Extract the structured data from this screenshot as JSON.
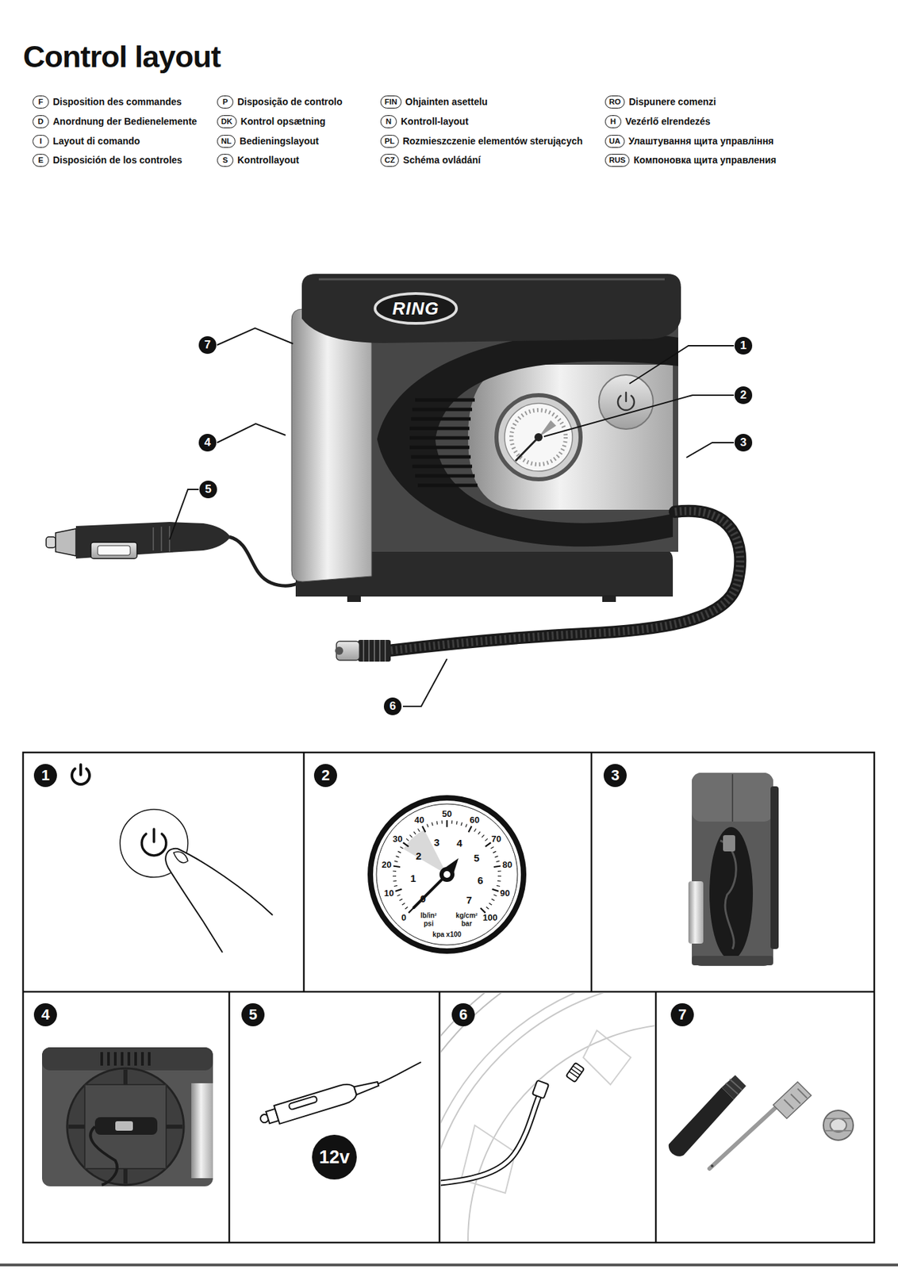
{
  "diagram": {
    "title": "Control layout",
    "nodes": [
      {
        "text": [
          "F"
        ]
      },
      {
        "text": [
          "P"
        ]
      },
      {
        "text": [
          "FIN"
        ]
      },
      {
        "text": [
          "RO"
        ]
      },
      {
        "text": [
          "D"
        ]
      },
      {
        "text": [
          "DK"
        ]
      },
      {
        "text": [
          "N"
        ]
      },
      {
        "text": [
          "H"
        ]
      },
      {
        "text": [
          "I"
        ]
      },
      {
        "text": [
          "NL"
        ]
      },
      {
        "text": [
          "PL"
        ]
      },
      {
        "text": [
          "UA"
        ]
      },
      {
        "text": [
          "E"
        ]
      },
      {
        "text": [
          "S"
        ]
      },
      {
        "text": [
          "CZ"
        ]
      },
      {
        "text": [
          "RUS"
        ]
      },
      {
        "text": [
          "1"
        ]
      },
      {
        "text": [
          "2"
        ]
      },
      {
        "text": [
          "3"
        ]
      },
      {
        "text": [
          "4"
        ]
      },
      {
        "text": [
          "5"
        ]
      },
      {
        "text": [
          "6"
        ]
      },
      {
        "text": [
          "7"
        ]
      },
      {
        "text": [
          "1"
        ]
      },
      {
        "text": [
          "2"
        ]
      },
      {
        "text": [
          "3"
        ]
      },
      {
        "text": [
          "4"
        ]
      },
      {
        "text": [
          "5"
        ]
      },
      {
        "text": [
          "6"
        ]
      },
      {
        "text": [
          "7"
        ]
      },
      {
        "text": [
          "12v"
        ]
      }
    ],
    "labels": [
      "Disposition des commandes",
      "Disposição de controlo",
      "Ohjainten asettelu",
      "Dispunere comenzi",
      "Anordnung der Bedienelemente",
      "Kontrol opsætning",
      "Kontroll-layout",
      "Vezérlő elrendezés",
      "Layout di comando",
      "Bedieningslayout",
      "Rozmieszczenie elementów sterujących",
      "Улаштування щита управління",
      "Disposición de los controles",
      "Kontrollayout",
      "Schéma ovládání",
      "Компоновка щита управления",
      "RING",
      "0",
      "10",
      "20",
      "30",
      "40",
      "50",
      "60",
      "70",
      "80",
      "90",
      "100",
      "0",
      "1",
      "2",
      "3",
      "4",
      "5",
      "6",
      "7",
      "lb/in²",
      "psi",
      "kg/cm²",
      "bar",
      "kpa x100"
    ]
  }
}
